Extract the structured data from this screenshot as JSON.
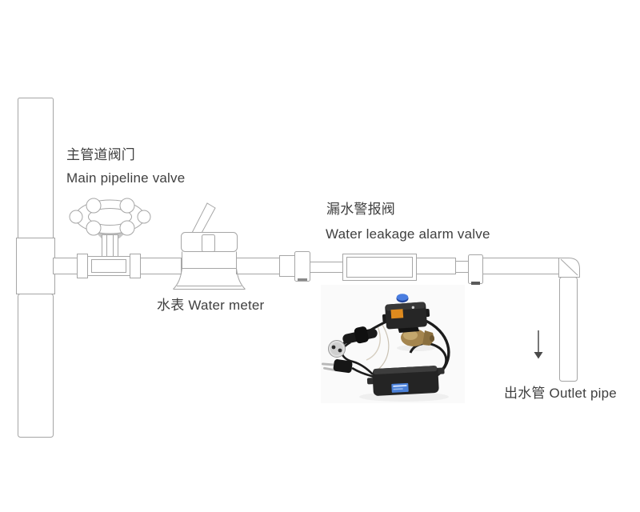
{
  "diagram": {
    "labels": {
      "main_valve_zh": "主管道阀门",
      "main_valve_en": "Main pipeline valve",
      "water_meter": "水表 Water meter",
      "alarm_valve_zh": "漏水警报阀",
      "alarm_valve_en": "Water leakage alarm valve",
      "outlet_pipe": "出水管 Outlet pipe"
    },
    "flow_arrow": {
      "direction": "down"
    },
    "colors": {
      "line": "#a6a6a6",
      "text": "#3f3f3f",
      "actuator_knob_blue": "#3a6fd0",
      "actuator_label_orange": "#de8a1e",
      "valve_body_brass": "#a4854e",
      "adapter_label_blue": "#4a80d8"
    }
  }
}
